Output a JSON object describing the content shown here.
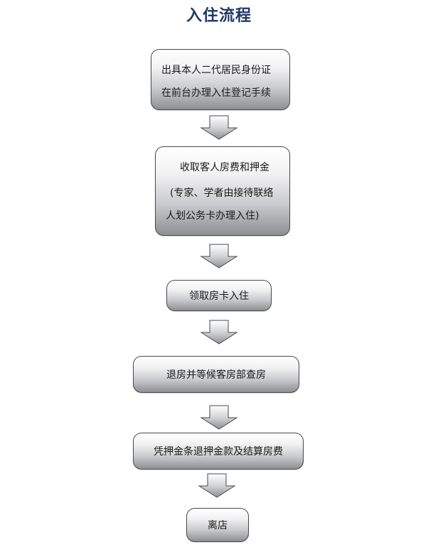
{
  "title": "入住流程",
  "steps": [
    {
      "lines": [
        "出具本人二代居民身份证",
        "在前台办理入住登记手续"
      ]
    },
    {
      "lines": [
        "收取客人房费和押金",
        "(专家、学者由接待联络",
        "人划公务卡办理入住)"
      ]
    },
    {
      "lines": [
        "领取房卡入住"
      ]
    },
    {
      "lines": [
        "退房并等候客房部查房"
      ]
    },
    {
      "lines": [
        "凭押金条退押金款及结算房费"
      ]
    },
    {
      "lines": [
        "离店"
      ]
    }
  ]
}
